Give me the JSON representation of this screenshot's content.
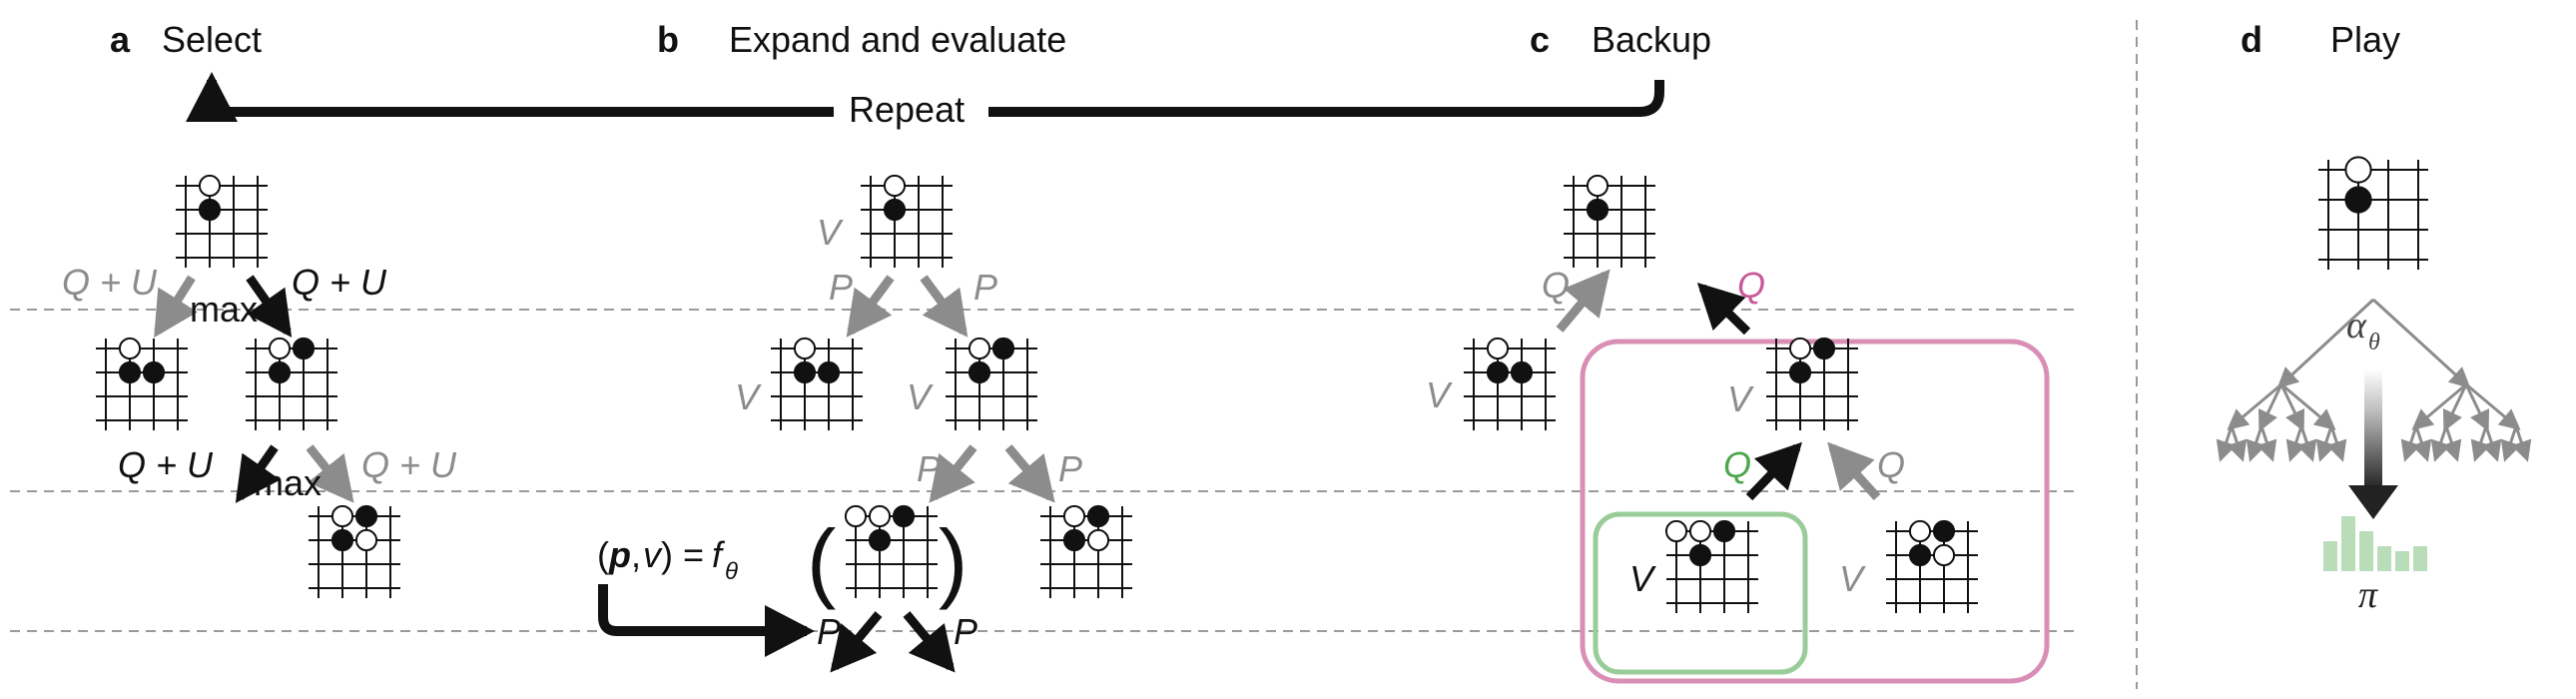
{
  "colors": {
    "black": "#111111",
    "gray": "#8c8c8c",
    "dash": "#9a9a9a",
    "pink": "#d98fb5",
    "green": "#98cc98",
    "green_bars": "#b9dcb9"
  },
  "panels": {
    "a": {
      "letter": "a",
      "title": "Select"
    },
    "b": {
      "letter": "b",
      "title": "Expand and evaluate"
    },
    "c": {
      "letter": "c",
      "title": "Backup"
    },
    "d": {
      "letter": "d",
      "title": "Play"
    }
  },
  "repeat_label": "Repeat",
  "labels": {
    "q_plus_u": "Q + U",
    "max": "max",
    "v": "V",
    "p": "P",
    "q": "Q",
    "p_bold": "p",
    "v_small": "v",
    "f": "f",
    "theta": "θ",
    "alpha": "α",
    "pi": "π",
    "open_paren": "(",
    "close_paren": ")",
    "comma": ",",
    "equals": ") = "
  },
  "icons": {
    "board": "go-board-icon",
    "arrow": "arrow-icon",
    "tree": "search-tree-icon",
    "policy": "policy-histogram-icon"
  }
}
